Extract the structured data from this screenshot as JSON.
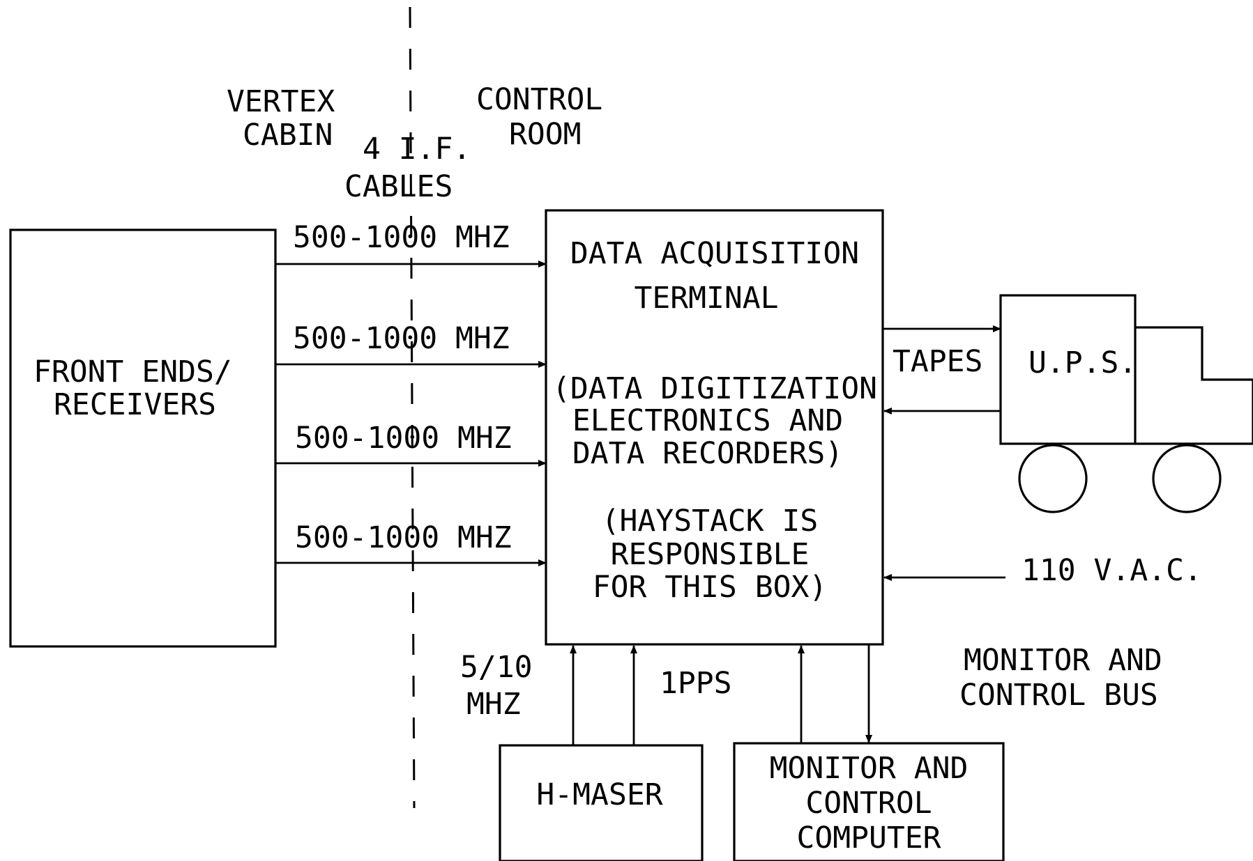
{
  "diagram": {
    "region_left": [
      "VERTEX",
      "CABIN"
    ],
    "region_right": [
      "CONTROL",
      "ROOM"
    ],
    "cable_label": [
      "4 I.F.",
      "CABLES"
    ],
    "front_ends": [
      "FRONT ENDS/",
      "RECEIVERS"
    ],
    "if_links": [
      "500-1000 MHZ",
      "500-1000 MHZ",
      "500-1000 MHZ",
      "500-1000 MHZ"
    ],
    "terminal": {
      "title": [
        "DATA ACQUISITION",
        "TERMINAL"
      ],
      "subtitle": [
        "(DATA DIGITIZATION",
        "ELECTRONICS AND",
        "DATA RECORDERS)"
      ],
      "note": [
        "(HAYSTACK IS",
        "RESPONSIBLE",
        "FOR THIS BOX)"
      ]
    },
    "tapes": "TAPES",
    "ups": "U.P.S.",
    "power": "110 V.A.C.",
    "bus": [
      "MONITOR AND",
      "CONTROL BUS"
    ],
    "ref_freq": [
      "5/10",
      "MHZ"
    ],
    "pps": "1PPS",
    "maser": "H-MASER",
    "computer": [
      "MONITOR AND",
      "CONTROL",
      "COMPUTER"
    ]
  }
}
